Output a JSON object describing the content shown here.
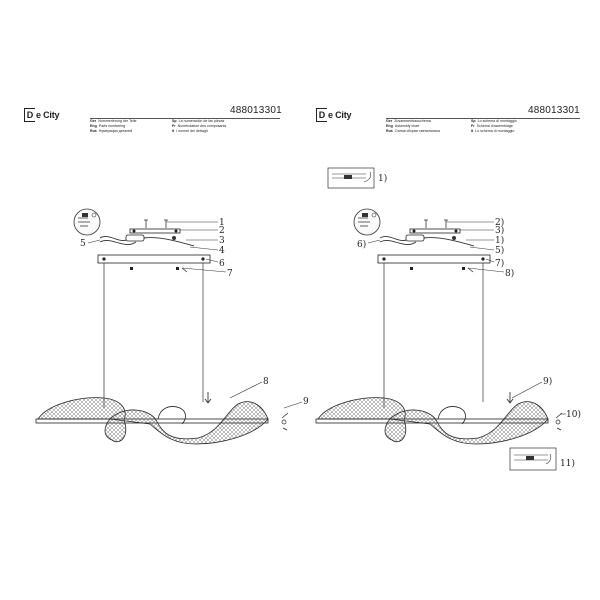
{
  "left_page": {
    "logo": {
      "mark": "D",
      "text": "e City"
    },
    "product_code": "488013301",
    "languages": [
      {
        "code": "Ger",
        "text": "Nummerierung der Teile"
      },
      {
        "code": "Eng",
        "text": "Parts numbering"
      },
      {
        "code": "Rus",
        "text": "Нумерация деталей"
      },
      {
        "code": "Sp",
        "text": "La numeración de las piezas"
      },
      {
        "code": "Fr",
        "text": "Numérotation des composants"
      },
      {
        "code": "It",
        "text": "I numeri dei dettagli"
      }
    ],
    "callouts": [
      "1",
      "2",
      "3",
      "4",
      "5",
      "6",
      "7",
      "8",
      "9"
    ]
  },
  "right_page": {
    "logo": {
      "mark": "D",
      "text": "e City"
    },
    "product_code": "488013301",
    "languages": [
      {
        "code": "Ger",
        "text": "Zusammenbauschema"
      },
      {
        "code": "Eng",
        "text": "Assembly chart"
      },
      {
        "code": "Rus",
        "text": "Схема сборки светильника"
      },
      {
        "code": "Sp",
        "text": "Lo schema di montaggio"
      },
      {
        "code": "Fr",
        "text": "Schéma d'assemblage"
      },
      {
        "code": "It",
        "text": "Lo schema di montaggio"
      }
    ],
    "callouts": [
      "2)",
      "3)",
      "1)",
      "5)",
      "6)",
      "7)",
      "8)",
      "9)",
      "10)"
    ],
    "step_labels": [
      "1)",
      "11)"
    ]
  }
}
